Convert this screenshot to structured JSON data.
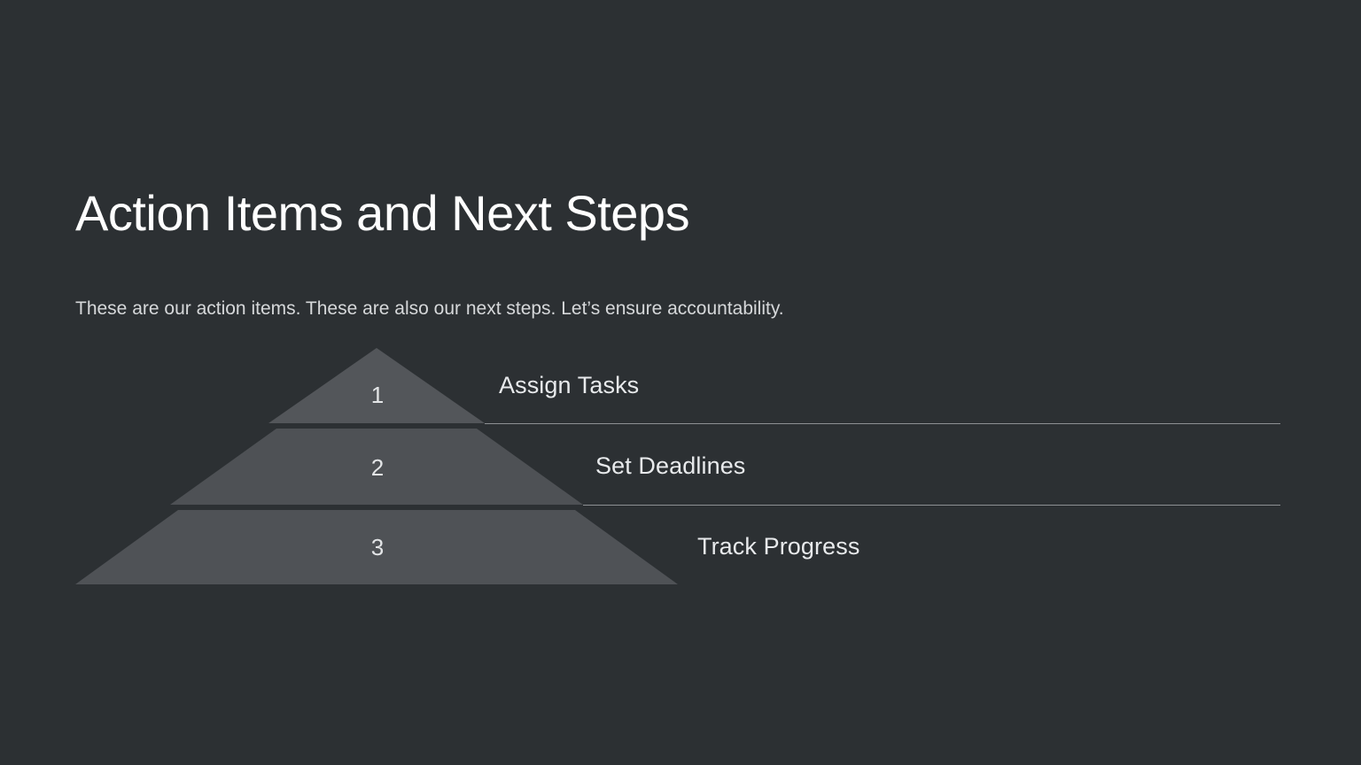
{
  "slide": {
    "title": "Action Items and Next Steps",
    "subtitle": "These are our action items. These are also our next steps. Let’s ensure accountability.",
    "background_color": "#2c3033",
    "title_color": "#ffffff",
    "subtitle_color": "#d6d8da"
  },
  "pyramid": {
    "name": "three-tier-pyramid",
    "rule_color": "#8d9093",
    "tiers": [
      {
        "number": "1",
        "label": "Assign Tasks",
        "fill_color": "#53565a"
      },
      {
        "number": "2",
        "label": "Set Deadlines",
        "fill_color": "#4e5155"
      },
      {
        "number": "3",
        "label": "Track Progress",
        "fill_color": "#4f5256"
      }
    ]
  }
}
